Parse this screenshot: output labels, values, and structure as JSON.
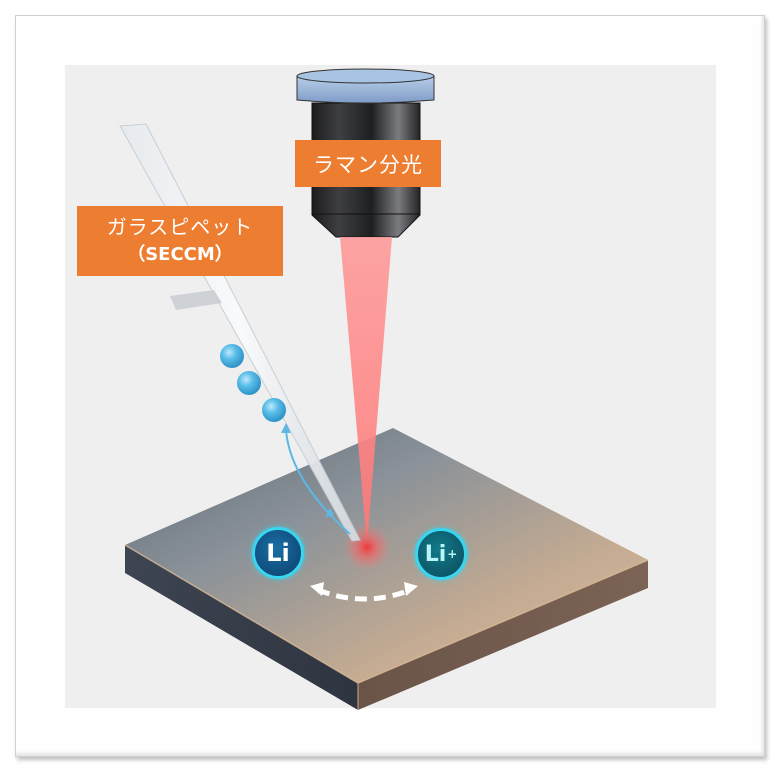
{
  "labels": {
    "raman": "ラマン分光",
    "pipette_line1": "ガラスピペット",
    "pipette_line2": "（SECCM）"
  },
  "ions": {
    "left": {
      "symbol": "Li"
    },
    "right": {
      "symbol": "Li",
      "charge": "+"
    }
  },
  "colors": {
    "label_bg": "#ed7d31",
    "label_text": "#ffffff",
    "laser": "#ff8e8e",
    "laser_spot": "#f04848",
    "droplet": "#4fb6e3",
    "ion_ring": "#38d6ef",
    "panel_bg": "#efefef"
  }
}
